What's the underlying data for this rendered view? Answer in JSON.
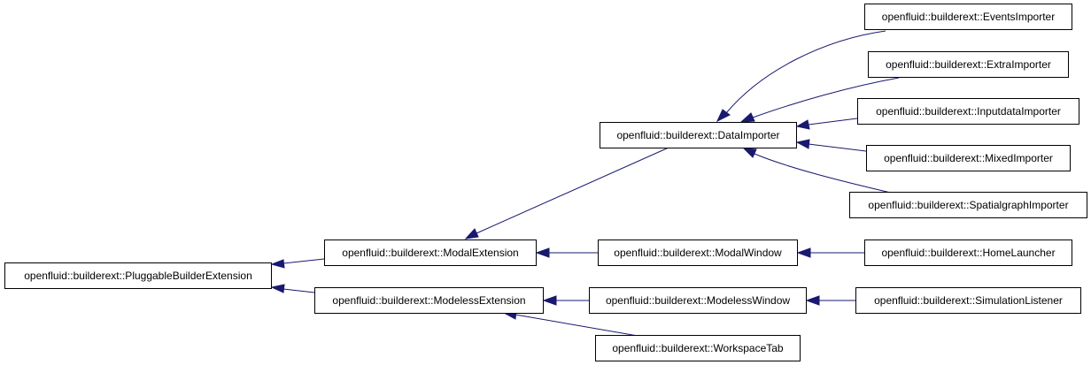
{
  "diagram": {
    "type": "inheritance-graph",
    "colors": {
      "edge": "#191970",
      "box_border": "#000000",
      "box_fill": "#ffffff",
      "text": "#000000"
    },
    "nodes": {
      "pluggable": "openfluid::builderext::PluggableBuilderExtension",
      "modal_ext": "openfluid::builderext::ModalExtension",
      "modeless_ext": "openfluid::builderext::ModelessExtension",
      "data_importer": "openfluid::builderext::DataImporter",
      "modal_window": "openfluid::builderext::ModalWindow",
      "modeless_window": "openfluid::builderext::ModelessWindow",
      "workspace_tab": "openfluid::builderext::WorkspaceTab",
      "events_importer": "openfluid::builderext::EventsImporter",
      "extra_importer": "openfluid::builderext::ExtraImporter",
      "inputdata_importer": "openfluid::builderext::InputdataImporter",
      "mixed_importer": "openfluid::builderext::MixedImporter",
      "spatialgraph_importer": "openfluid::builderext::SpatialgraphImporter",
      "home_launcher": "openfluid::builderext::HomeLauncher",
      "simulation_listener": "openfluid::builderext::SimulationListener"
    },
    "inherits": [
      {
        "child": "modal_ext",
        "parent": "pluggable"
      },
      {
        "child": "modeless_ext",
        "parent": "pluggable"
      },
      {
        "child": "data_importer",
        "parent": "modal_ext"
      },
      {
        "child": "modal_window",
        "parent": "modal_ext"
      },
      {
        "child": "modeless_window",
        "parent": "modeless_ext"
      },
      {
        "child": "workspace_tab",
        "parent": "modeless_ext"
      },
      {
        "child": "events_importer",
        "parent": "data_importer"
      },
      {
        "child": "extra_importer",
        "parent": "data_importer"
      },
      {
        "child": "inputdata_importer",
        "parent": "data_importer"
      },
      {
        "child": "mixed_importer",
        "parent": "data_importer"
      },
      {
        "child": "spatialgraph_importer",
        "parent": "data_importer"
      },
      {
        "child": "home_launcher",
        "parent": "modal_window"
      },
      {
        "child": "simulation_listener",
        "parent": "modeless_window"
      }
    ]
  }
}
